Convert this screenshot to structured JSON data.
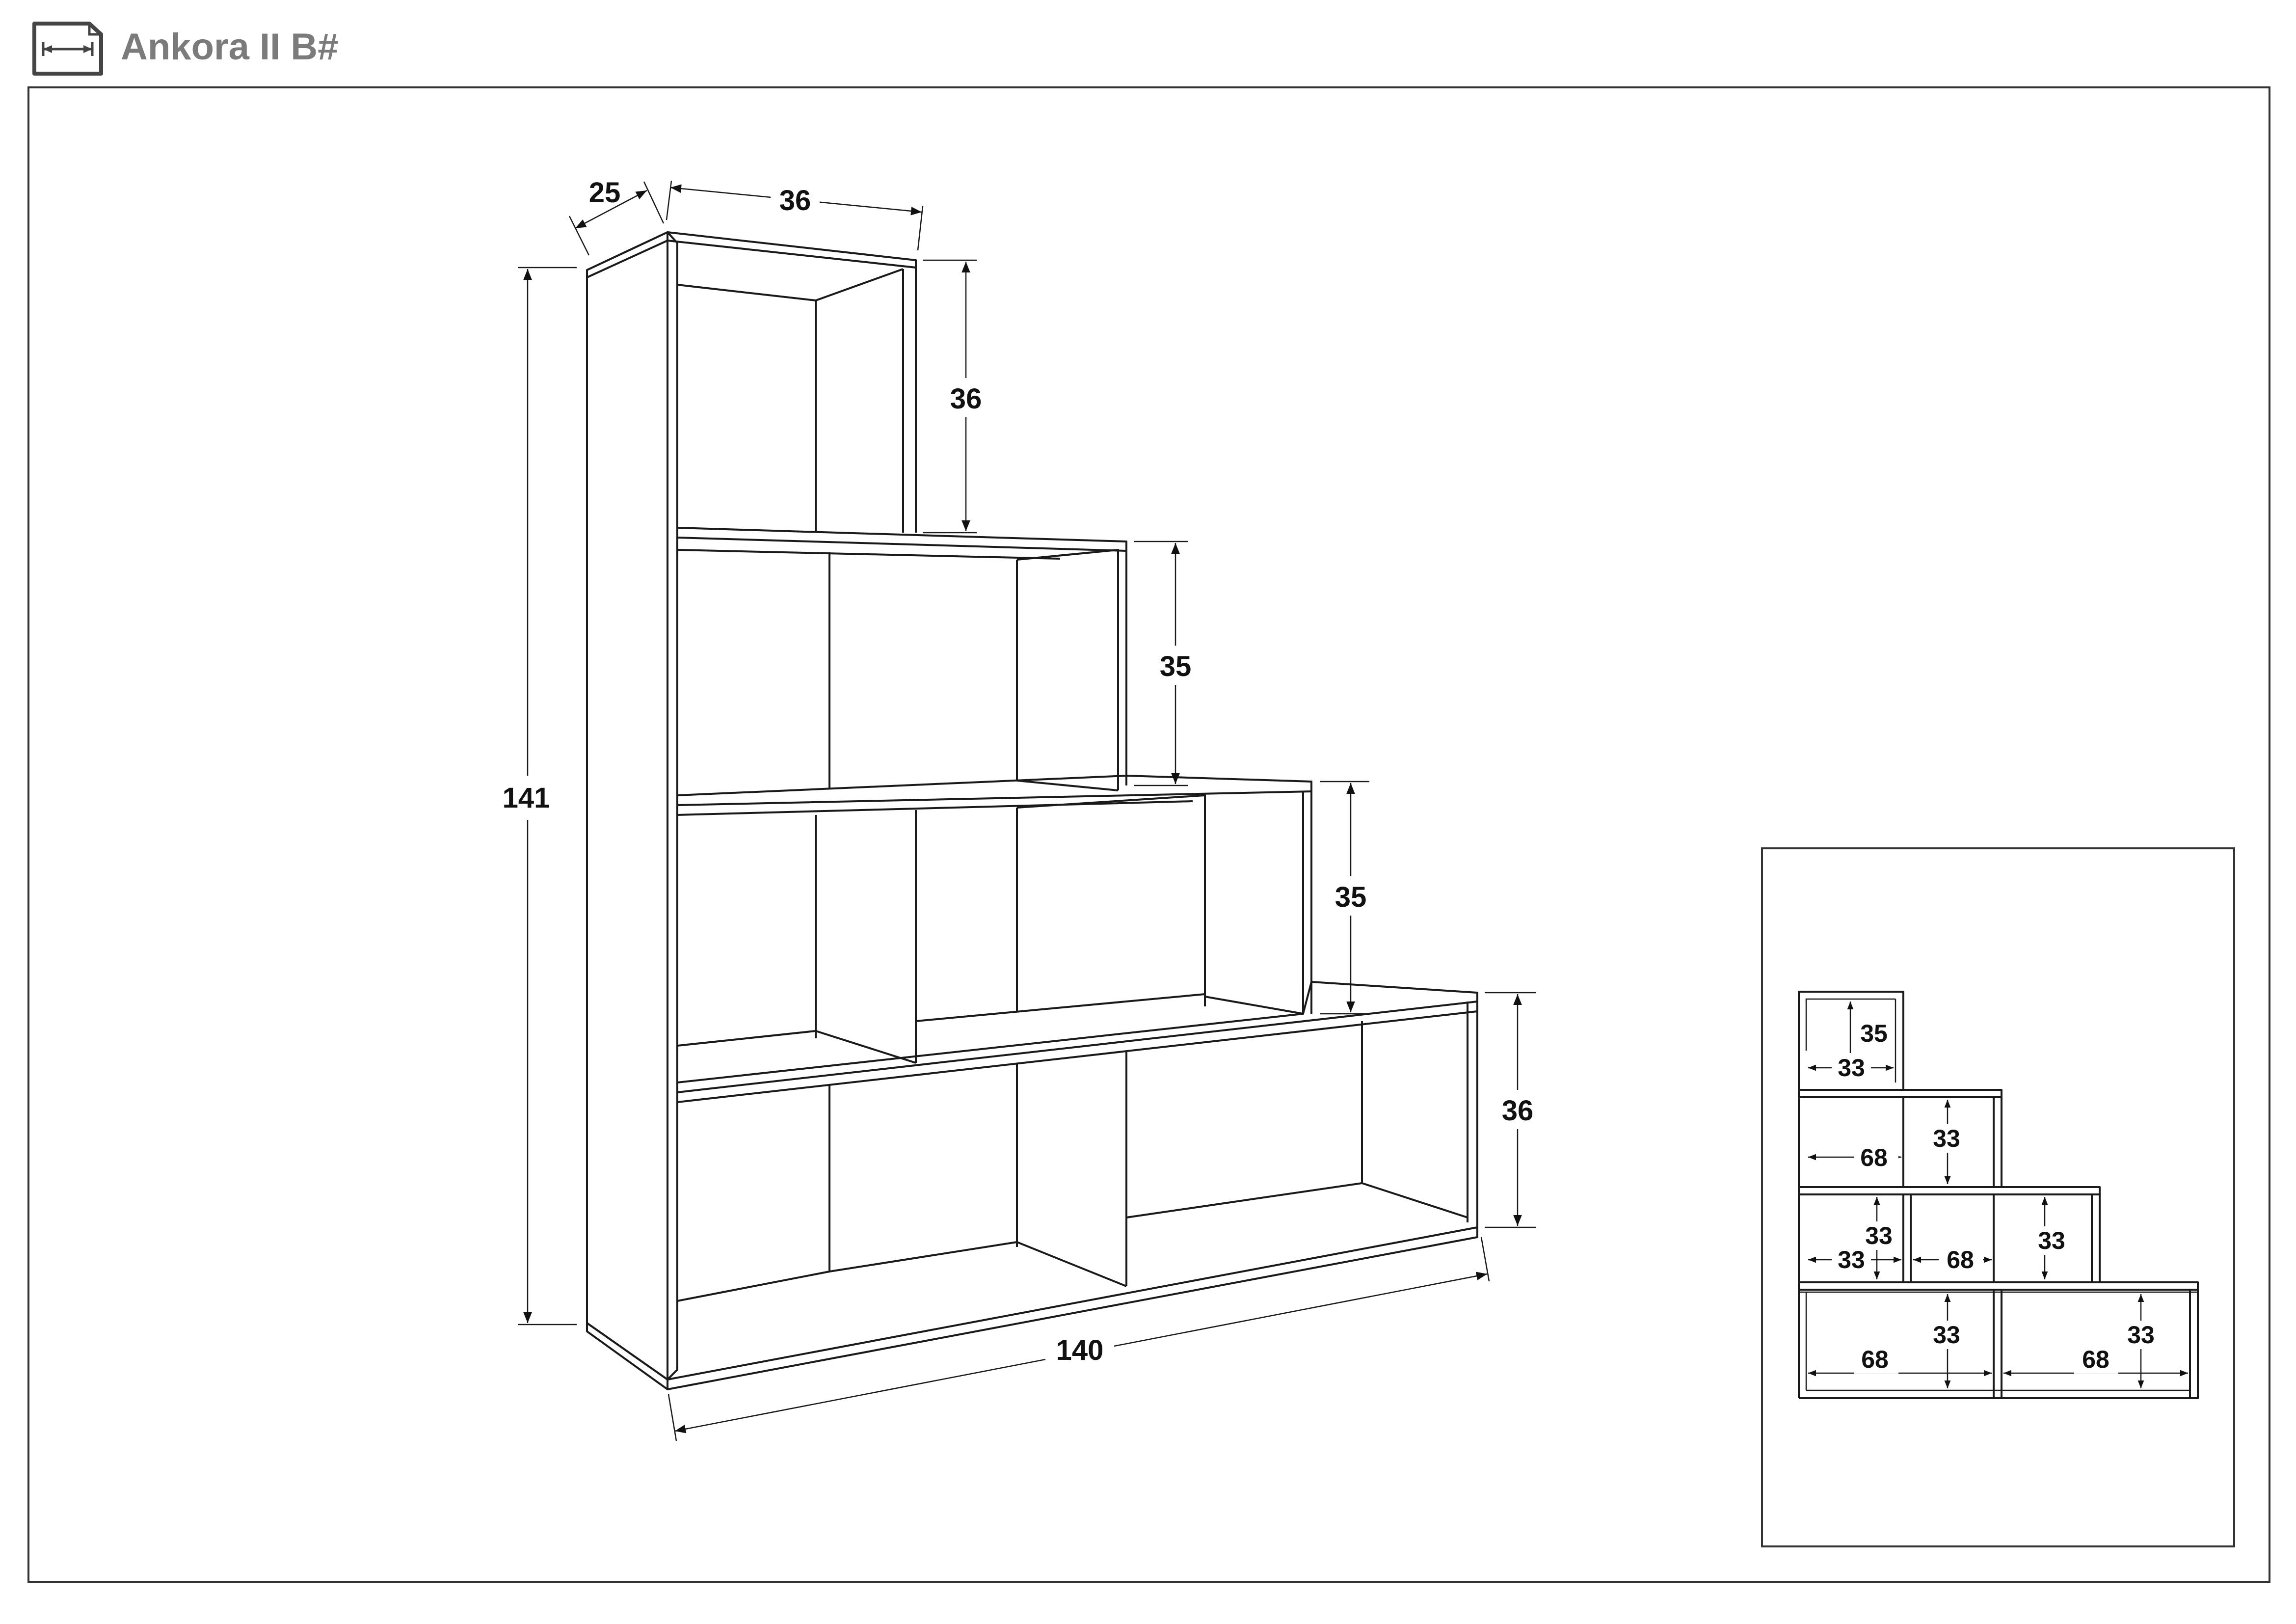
{
  "header": {
    "title": "Ankora II B#",
    "icon": "dimension-arrows-icon"
  },
  "main_view": {
    "depth": "25",
    "top_width": "36",
    "total_height": "141",
    "tier1_height": "36",
    "tier2_height": "35",
    "tier3_height": "35",
    "tier4_height": "36",
    "total_width": "140"
  },
  "inset_view": {
    "tier1_inner_height": "35",
    "tier1_inner_width": "33",
    "tier2_inner_width": "68",
    "tier2_inner_height": "33",
    "tier3_left_height": "33",
    "tier3_left_width": "33",
    "tier3_mid_width": "68",
    "tier3_right_height": "33",
    "tier4_left_width": "68",
    "tier4_left_height": "33",
    "tier4_right_width": "68",
    "tier4_right_height": "33"
  }
}
